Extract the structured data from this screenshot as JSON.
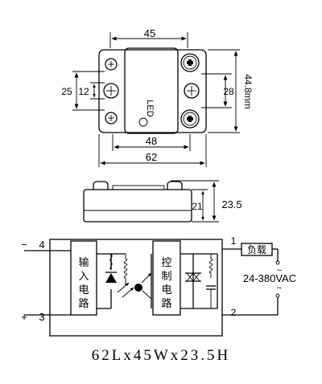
{
  "top_view": {
    "dim_width": "45",
    "dim_hole_spacing": "48",
    "dim_length": "62",
    "dim_height": "44.8mm",
    "dim_left_outer": "25",
    "dim_left_inner": "12",
    "dim_right": "28",
    "led_label": "LED"
  },
  "side_view": {
    "dim_inner": "21",
    "dim_total": "23.5"
  },
  "schematic": {
    "minus_label": "−",
    "plus_label": "+",
    "pin_4": "4",
    "pin_3": "3",
    "pin_1": "1",
    "pin_2": "2",
    "input_block": [
      "输",
      "入",
      "电",
      "路"
    ],
    "control_block": [
      "控",
      "制",
      "电",
      "路"
    ],
    "load_label": "负载",
    "voltage_label": "24-380VAC",
    "ac_symbol_top": "~",
    "ac_symbol_bottom": "~"
  },
  "caption": "62Lx45Wx23.5H"
}
